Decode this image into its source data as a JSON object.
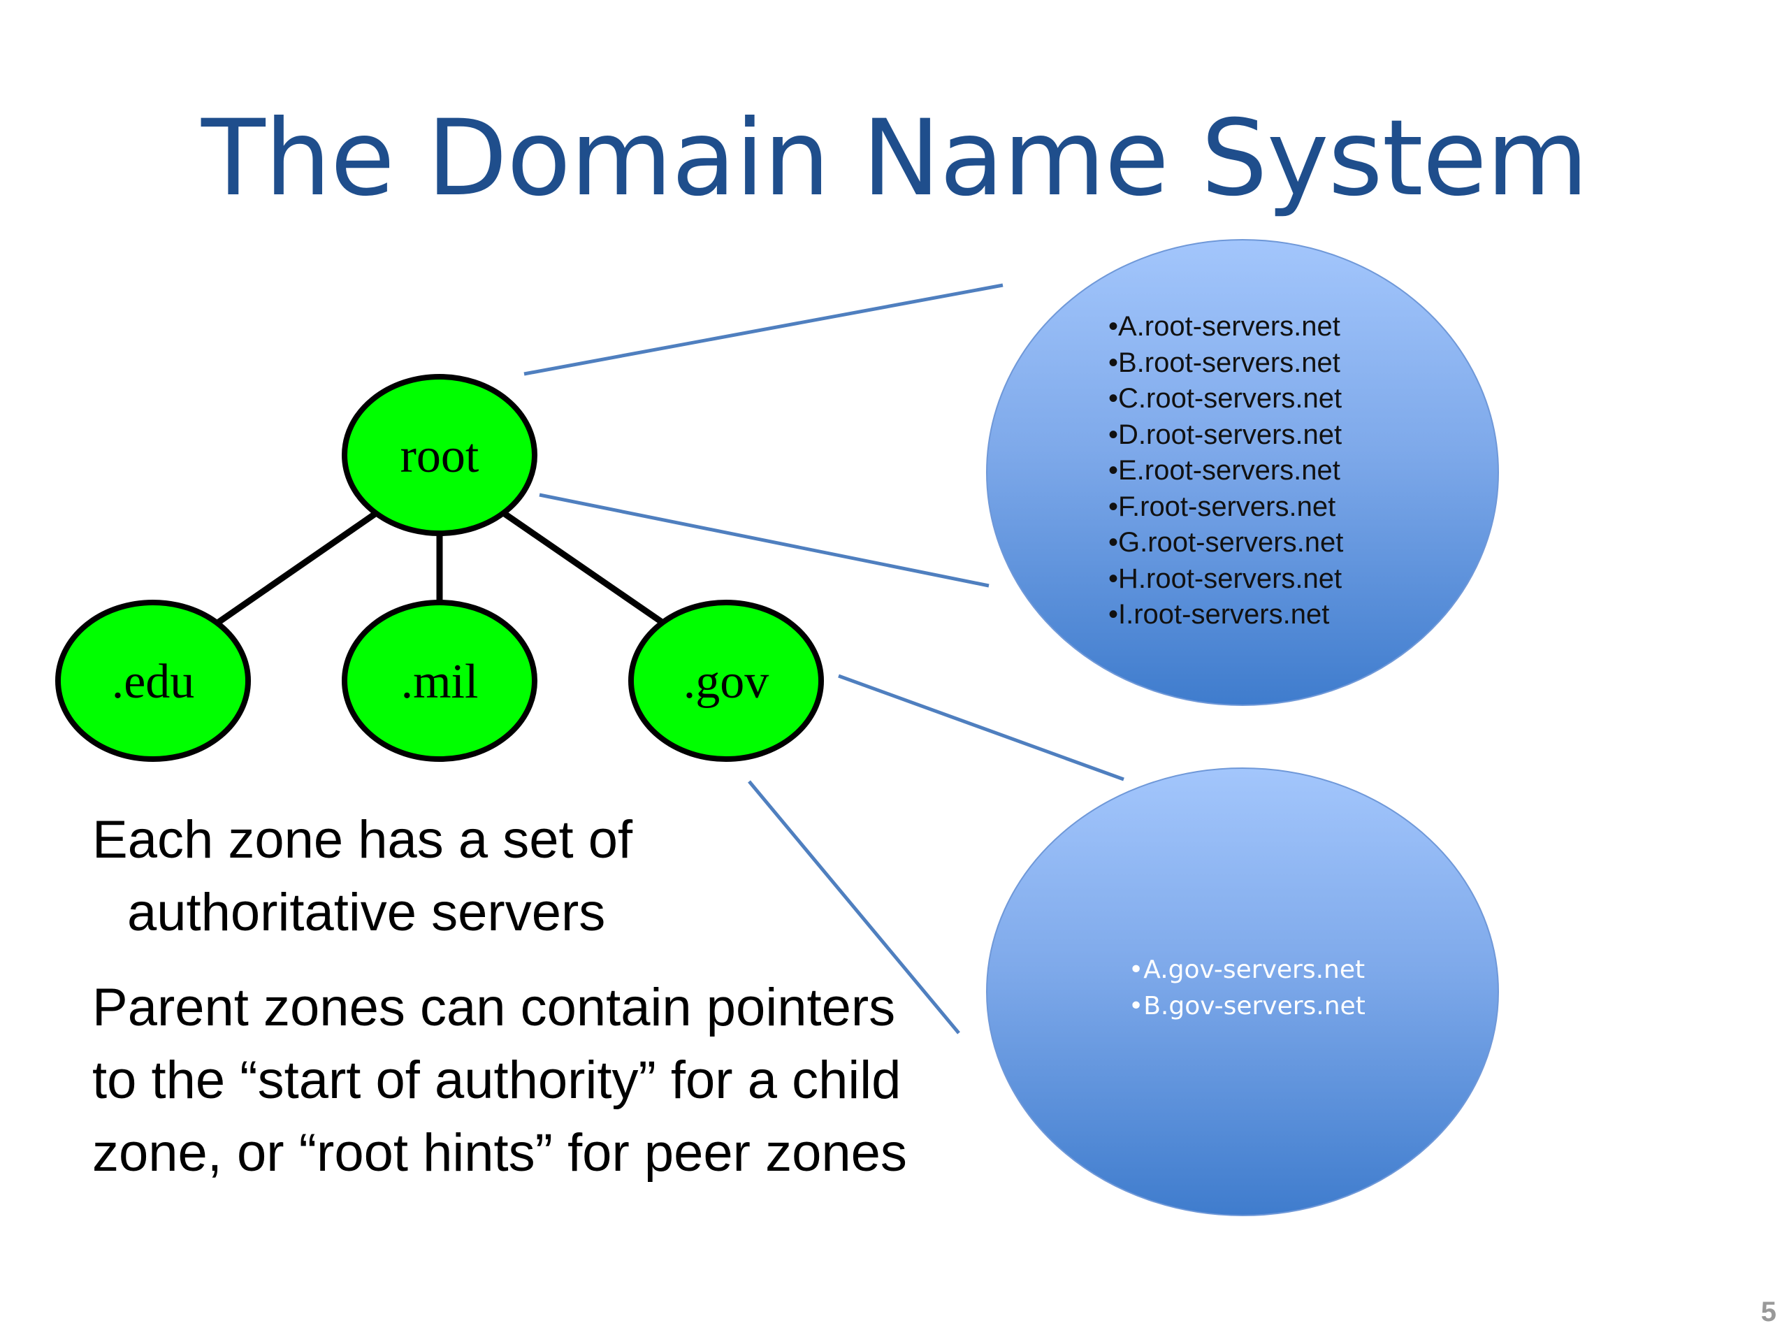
{
  "slide": {
    "title": "The Domain Name System",
    "page_number": "5"
  },
  "tree": {
    "root": "root",
    "children": [
      ".edu",
      ".mil",
      ".gov"
    ],
    "node_fill": "#00ff00",
    "node_stroke": "#000000"
  },
  "root_servers": {
    "items": [
      "•A.root-servers.net",
      "•B.root-servers.net",
      "•C.root-servers.net",
      "•D.root-servers.net",
      "•E.root-servers.net",
      "•F.root-servers.net",
      "•G.root-servers.net",
      "•H.root-servers.net",
      "•I.root-servers.net"
    ]
  },
  "gov_servers": {
    "items": [
      "•A.gov-servers.net",
      "•B.gov-servers.net"
    ]
  },
  "colors": {
    "title": "#1f4e8c",
    "bubble_top": "#9fc3fb",
    "bubble_bottom": "#3f7fcf",
    "connector": "#4f7fbf"
  },
  "text": {
    "paragraph1_line1": "Each zone has a set of",
    "paragraph1_line2": "authoritative servers",
    "paragraph2": "Parent zones can contain pointers to the “start of authority” for a child zone, or “root hints” for peer zones"
  }
}
